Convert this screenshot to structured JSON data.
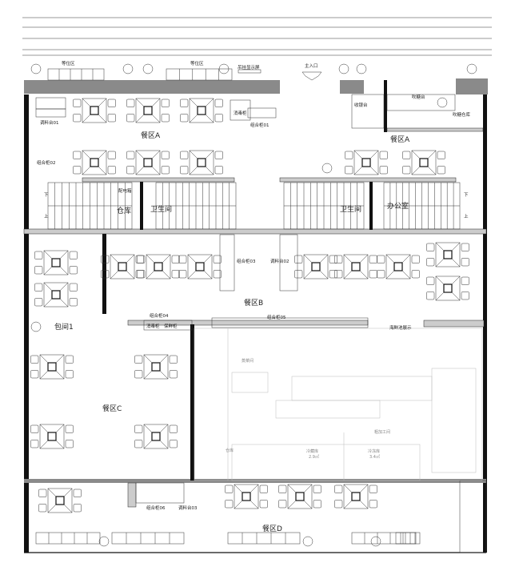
{
  "labels": {
    "waiting_area_1": "等位区",
    "waiting_area_2": "等位区",
    "hanging_display": "吊挂显示屏",
    "main_entrance": "主入口",
    "seasoning_station_01": "调料台01",
    "disinfection_cabinet_1": "消毒柜",
    "combo_cabinet_01": "组合柜01",
    "dining_area_a_left": "餐区A",
    "cashier": "收银台",
    "sugar_blowing_station": "吹糖台",
    "sugar_blowing_storage": "吹糖仓库",
    "dining_area_a_right": "餐区A",
    "combo_cabinet_02": "组合柜02",
    "distribution_box": "配电箱",
    "storage": "仓库",
    "restroom_left": "卫生间",
    "restroom_right": "卫生间",
    "office": "办公室",
    "combo_cabinet_03": "组合柜03",
    "seasoning_station_02": "调料台02",
    "dining_area_b": "餐区B",
    "private_room_1": "包间1",
    "combo_cabinet_04": "组合柜04",
    "disinfection_cabinet_2": "消毒柜",
    "fresh_cabinet": "保鲜柜",
    "combo_cabinet_05": "组合柜05",
    "seafood_display": "海鲜池展示",
    "dining_area_c": "餐区C",
    "combo_cabinet_06": "组合柜06",
    "seasoning_station_03": "调料台03",
    "dining_area_d": "餐区D",
    "stair_down": "下",
    "stair_up": "上"
  },
  "kitchen_labels": {
    "steam_room": "蒸菜间",
    "rough_processing": "粗加工间",
    "cold_storage": "冷藏库",
    "cold_storage_area": "2.9㎡",
    "freezer": "冷冻库",
    "freezer_area": "3.4㎡",
    "kitchen_storage": "仓库"
  },
  "colors": {
    "wall": "#111111",
    "wall_band": "#8a8a8a",
    "kitchen_lines": "#bbbbbb"
  }
}
